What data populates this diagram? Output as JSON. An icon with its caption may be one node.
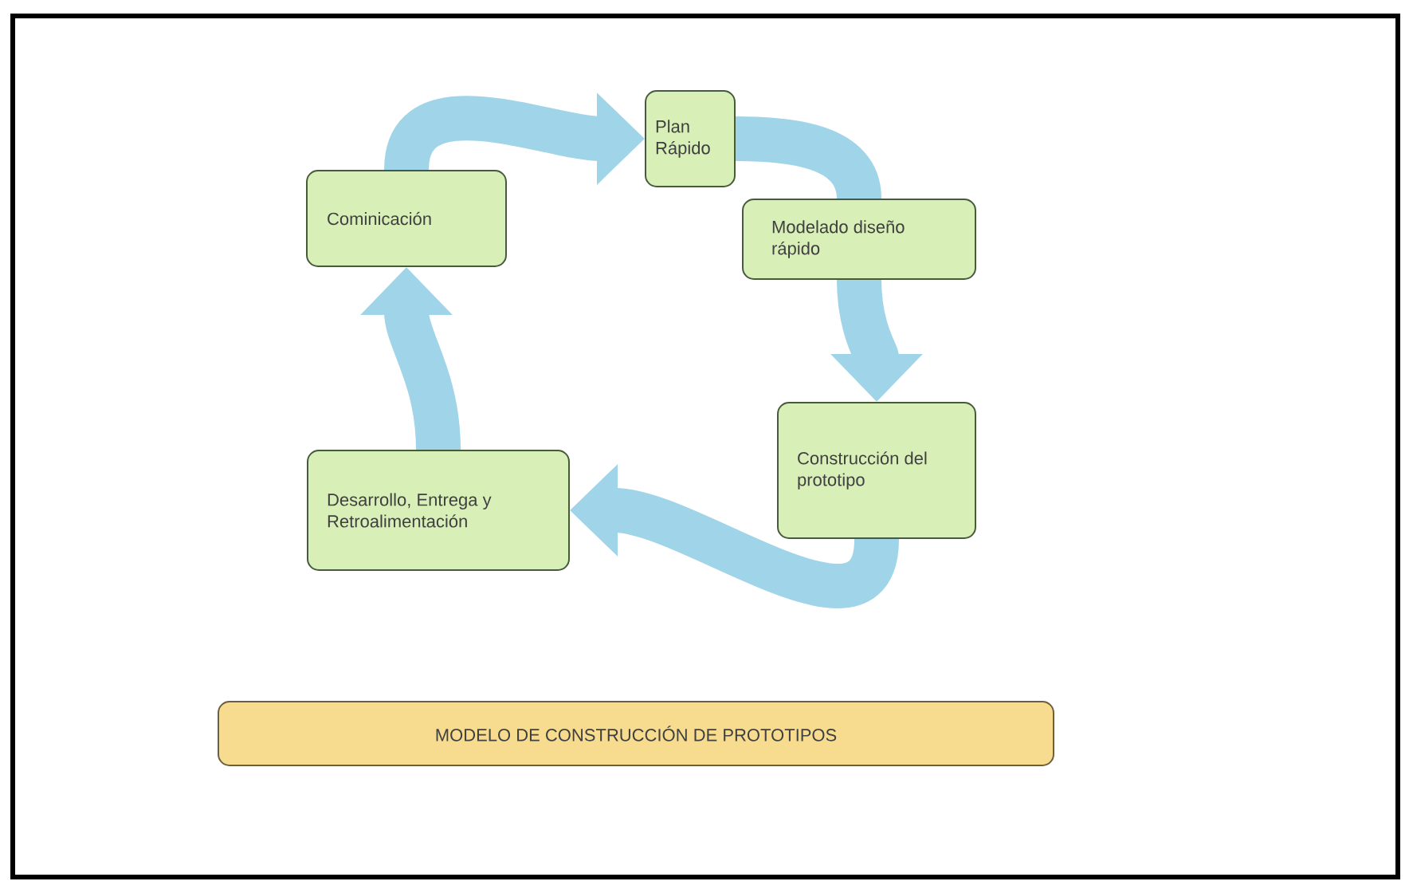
{
  "diagram": {
    "nodes": [
      {
        "text": [
          "Cominicación"
        ]
      },
      {
        "text": [
          "Plan Rápido"
        ]
      },
      {
        "text": [
          "Modelado diseño rápido"
        ]
      },
      {
        "text": [
          "Construcción del prototipo"
        ]
      },
      {
        "text": [
          "Desarrollo, Entrega y Retroalimentación"
        ]
      },
      {
        "text": [
          "MODELO DE CONSTRUCCIÓN DE PROTOTIPOS"
        ]
      }
    ],
    "edges": [
      {
        "from": 0,
        "to": 1,
        "arrow": "to"
      },
      {
        "from": 1,
        "to": 2,
        "arrow": "none"
      },
      {
        "from": 2,
        "to": 3,
        "arrow": "to"
      },
      {
        "from": 3,
        "to": 4,
        "arrow": "to"
      },
      {
        "from": 4,
        "to": 0,
        "arrow": "to"
      }
    ]
  }
}
